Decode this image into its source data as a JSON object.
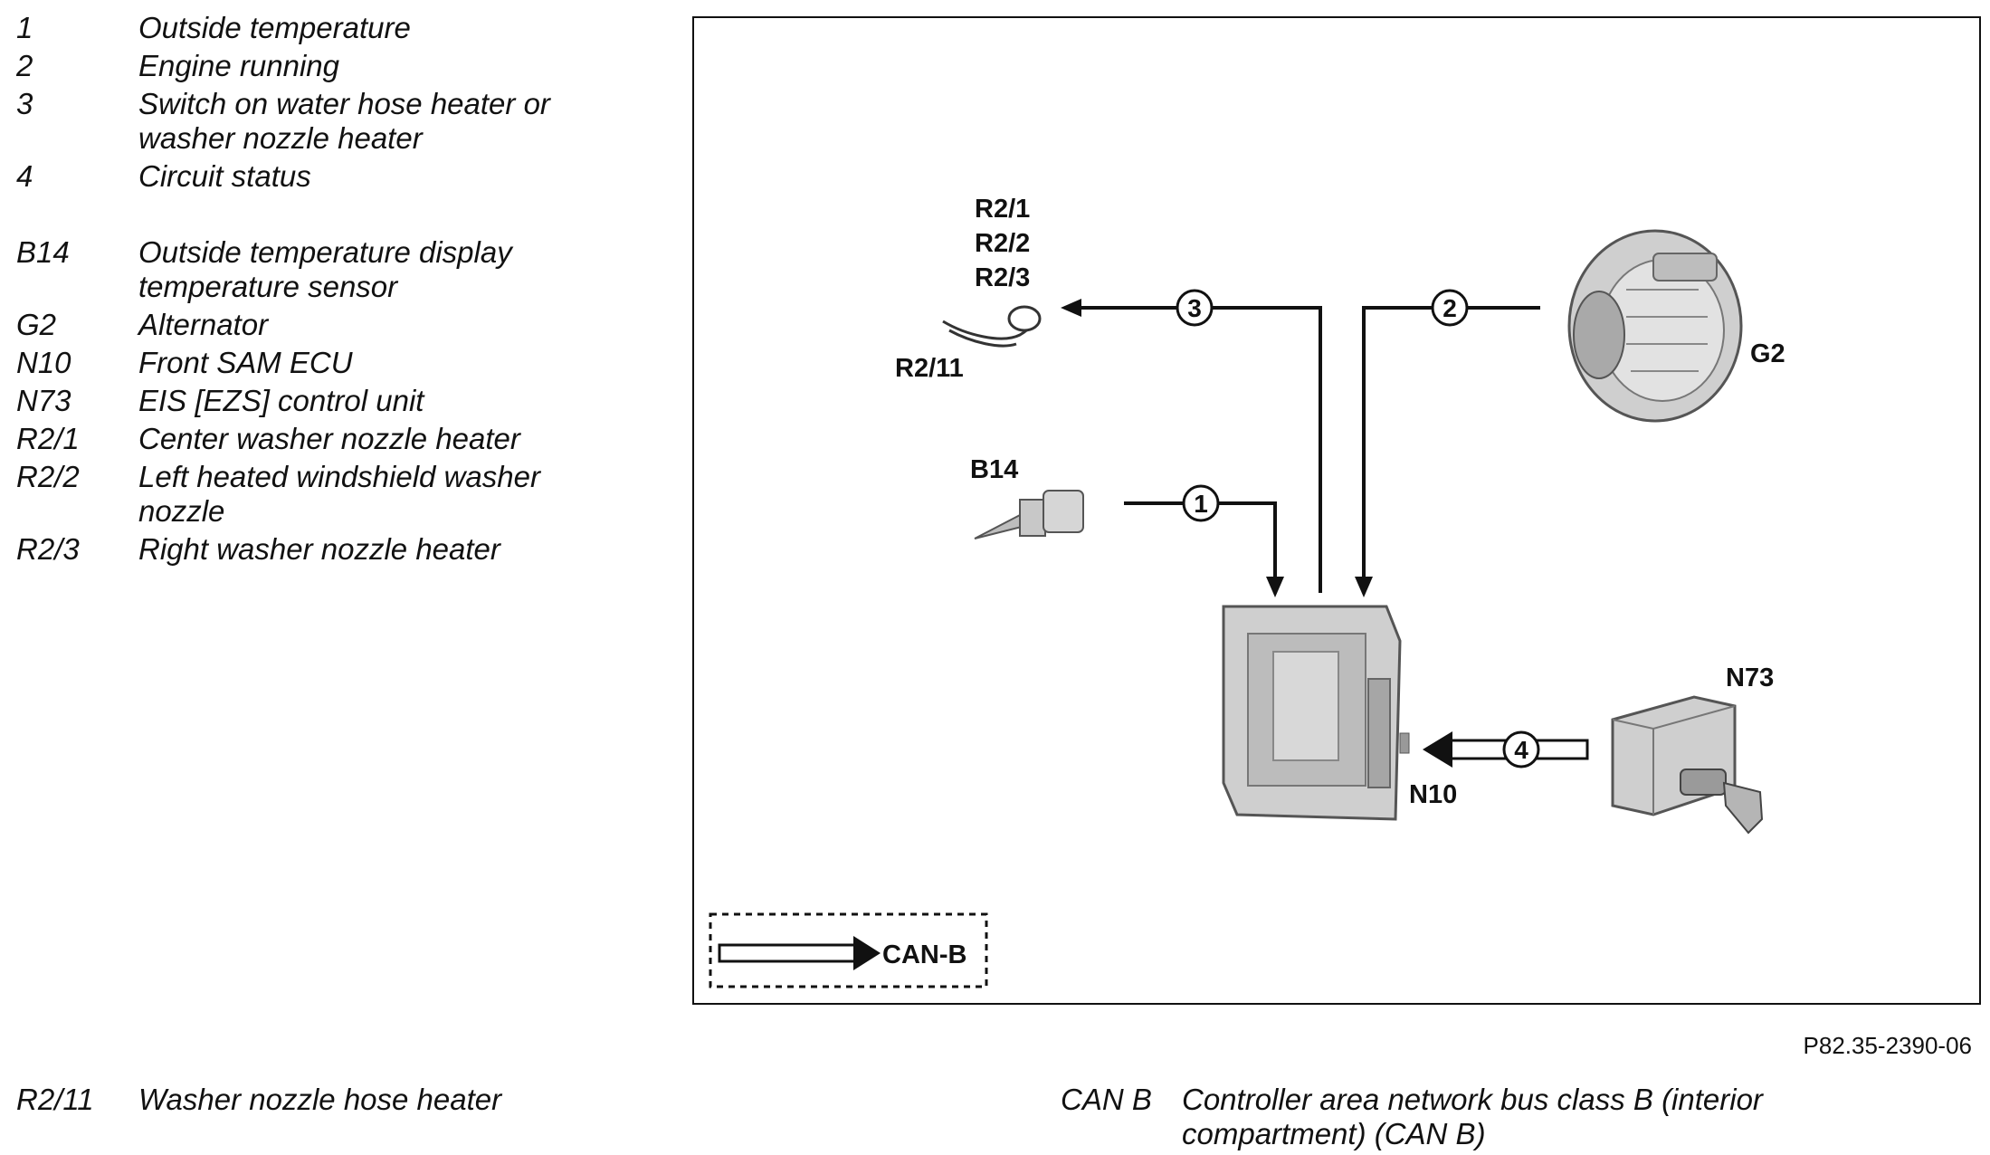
{
  "legend_top": [
    {
      "code": "1",
      "desc": "Outside temperature"
    },
    {
      "code": "2",
      "desc": "Engine running"
    },
    {
      "code": "3",
      "desc": "Switch on water hose heater or",
      "desc2": "washer nozzle heater"
    },
    {
      "code": "4",
      "desc": "Circuit status"
    }
  ],
  "legend_components": [
    {
      "code": "B14",
      "desc": "Outside temperature display",
      "desc2": "temperature sensor"
    },
    {
      "code": "G2",
      "desc": "Alternator"
    },
    {
      "code": "N10",
      "desc": "Front SAM ECU"
    },
    {
      "code": "N73",
      "desc": "EIS [EZS] control unit"
    },
    {
      "code": "R2/1",
      "desc": "Center washer nozzle heater"
    },
    {
      "code": "R2/2",
      "desc": "Left heated windshield washer",
      "desc2": "nozzle"
    },
    {
      "code": "R2/3",
      "desc": "Right washer nozzle heater"
    }
  ],
  "legend_bottom_left": {
    "code": "R2/11",
    "desc": "Washer nozzle hose heater"
  },
  "legend_bottom_right": {
    "code": "CAN B",
    "desc": "Controller area network bus class B (interior",
    "desc2": "compartment) (CAN B)"
  },
  "figure_ref": "P82.35-2390-06",
  "diagram": {
    "labels": {
      "r21": "R2/1",
      "r22": "R2/2",
      "r23": "R2/3",
      "r211": "R2/11",
      "g2": "G2",
      "b14": "B14",
      "n10": "N10",
      "n73": "N73",
      "canb": "CAN-B"
    },
    "signals": {
      "s1": "1",
      "s2": "2",
      "s3": "3",
      "s4": "4"
    }
  },
  "colors": {
    "line": "#111111",
    "component_fill": "#d4d4d4",
    "component_dark": "#8a8a8a"
  }
}
